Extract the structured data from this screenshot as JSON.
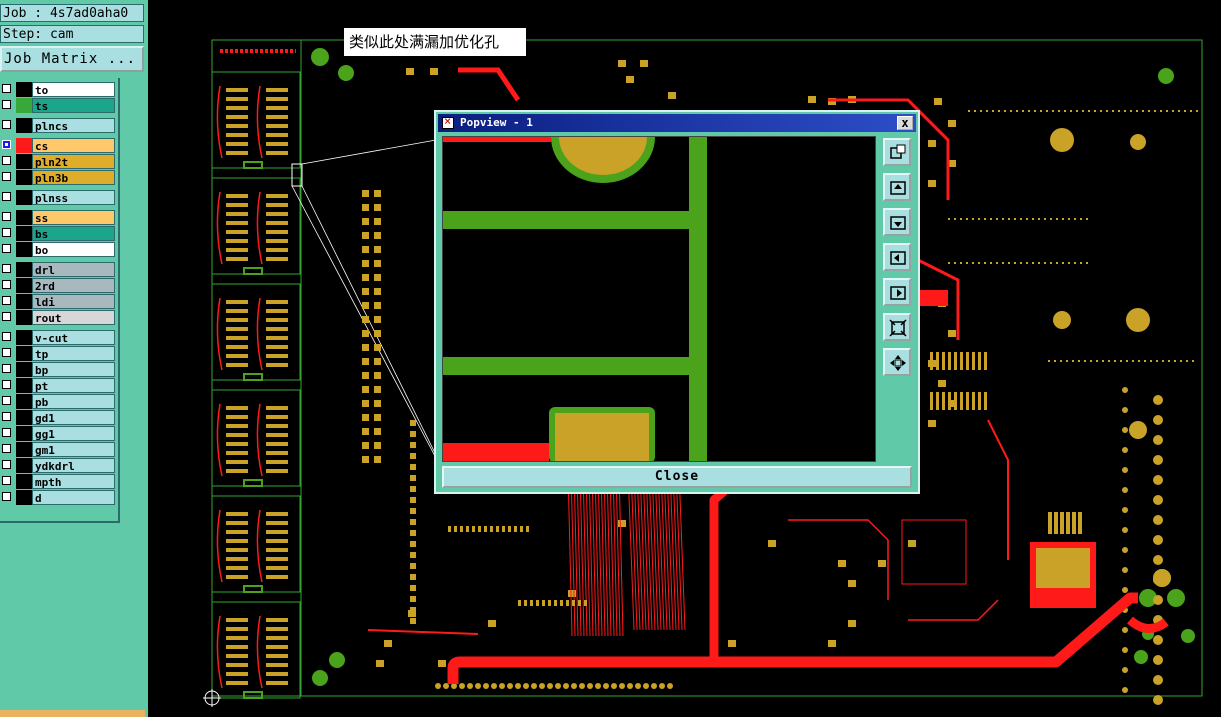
{
  "job_label": "Job : 4s7ad0aha0",
  "step_label": "Step: cam",
  "job_matrix_label": "Job Matrix ...",
  "tooltip_text": "类似此处满漏加优化孔",
  "popview": {
    "title": "Popview - 1",
    "close_label": "Close",
    "close_x": "x"
  },
  "colors": {
    "panel": "#5fc9a8",
    "trace_red": "#ff1a1a",
    "copper_green": "#4aa31a",
    "pad_gold": "#c9a227",
    "outline": "#35a535"
  },
  "layers": [
    {
      "name": "to",
      "bg": "#ffffff",
      "sw": "#000000",
      "checked": false
    },
    {
      "name": "ts",
      "bg": "#1da58c",
      "sw": "#39a83a",
      "checked": false
    },
    {
      "name": "plncs",
      "bg": "#a9dfe0",
      "sw": "#000000",
      "checked": false
    },
    {
      "name": "cs",
      "bg": "#ffc86b",
      "sw": "#ff1a1a",
      "checked": true
    },
    {
      "name": "pln2t",
      "bg": "#e0ad2a",
      "sw": "#000000",
      "checked": false
    },
    {
      "name": "pln3b",
      "bg": "#e0ad2a",
      "sw": "#000000",
      "checked": false
    },
    {
      "name": "plnss",
      "bg": "#a9dfe0",
      "sw": "#000000",
      "checked": false
    },
    {
      "name": "ss",
      "bg": "#ffc86b",
      "sw": "#000000",
      "checked": false
    },
    {
      "name": "bs",
      "bg": "#1da58c",
      "sw": "#000000",
      "checked": false
    },
    {
      "name": "bo",
      "bg": "#ffffff",
      "sw": "#000000",
      "checked": false
    },
    {
      "name": "drl",
      "bg": "#a9b8bf",
      "sw": "#000000",
      "checked": false
    },
    {
      "name": "2rd",
      "bg": "#a9b8bf",
      "sw": "#000000",
      "checked": false
    },
    {
      "name": "ldi",
      "bg": "#a9b8bf",
      "sw": "#000000",
      "checked": false
    },
    {
      "name": "rout",
      "bg": "#d7d7d7",
      "sw": "#000000",
      "checked": false
    },
    {
      "name": "v-cut",
      "bg": "#a9dfe0",
      "sw": "#000000",
      "checked": false
    },
    {
      "name": "tp",
      "bg": "#a9dfe0",
      "sw": "#000000",
      "checked": false
    },
    {
      "name": "bp",
      "bg": "#a9dfe0",
      "sw": "#000000",
      "checked": false
    },
    {
      "name": "pt",
      "bg": "#a9dfe0",
      "sw": "#000000",
      "checked": false
    },
    {
      "name": "pb",
      "bg": "#a9dfe0",
      "sw": "#000000",
      "checked": false
    },
    {
      "name": "gd1",
      "bg": "#a9dfe0",
      "sw": "#000000",
      "checked": false
    },
    {
      "name": "gg1",
      "bg": "#a9dfe0",
      "sw": "#000000",
      "checked": false
    },
    {
      "name": "gm1",
      "bg": "#a9dfe0",
      "sw": "#000000",
      "checked": false
    },
    {
      "name": "ydkdrl",
      "bg": "#a9dfe0",
      "sw": "#000000",
      "checked": false
    },
    {
      "name": "mpth",
      "bg": "#a9dfe0",
      "sw": "#000000",
      "checked": false
    },
    {
      "name": "d",
      "bg": "#a9dfe0",
      "sw": "#000000",
      "checked": false
    }
  ],
  "toolbar_icons": [
    "zoom-window-icon",
    "pan-up-icon",
    "pan-down-icon",
    "pan-left-icon",
    "pan-right-icon",
    "zoom-fit-icon",
    "zoom-center-icon"
  ]
}
